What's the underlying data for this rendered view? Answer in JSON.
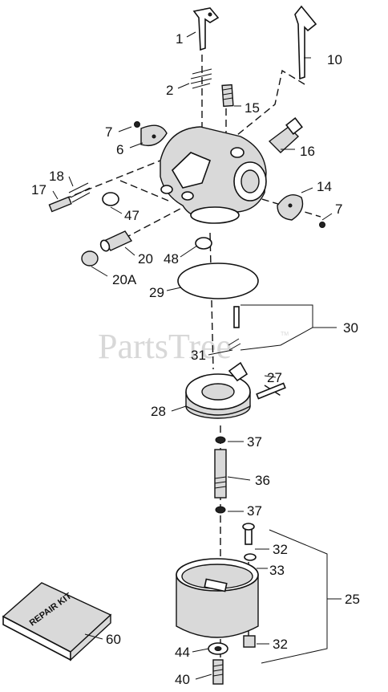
{
  "diagram": {
    "watermark": "PartsTree",
    "watermark_tm": "TM",
    "repair_kit_text": "REPAIR KIT",
    "labels": {
      "p1": "1",
      "p10": "10",
      "p2": "2",
      "p15": "15",
      "p7a": "7",
      "p6": "6",
      "p16": "16",
      "p18": "18",
      "p17": "17",
      "p14": "14",
      "p47": "47",
      "p7b": "7",
      "p20": "20",
      "p48": "48",
      "p20a": "20A",
      "p29": "29",
      "p30": "30",
      "p31": "31",
      "p27": "27",
      "p28": "28",
      "p37a": "37",
      "p36": "36",
      "p37b": "37",
      "p32a": "32",
      "p33": "33",
      "p25": "25",
      "p60": "60",
      "p44": "44",
      "p32b": "32",
      "p40": "40"
    }
  }
}
